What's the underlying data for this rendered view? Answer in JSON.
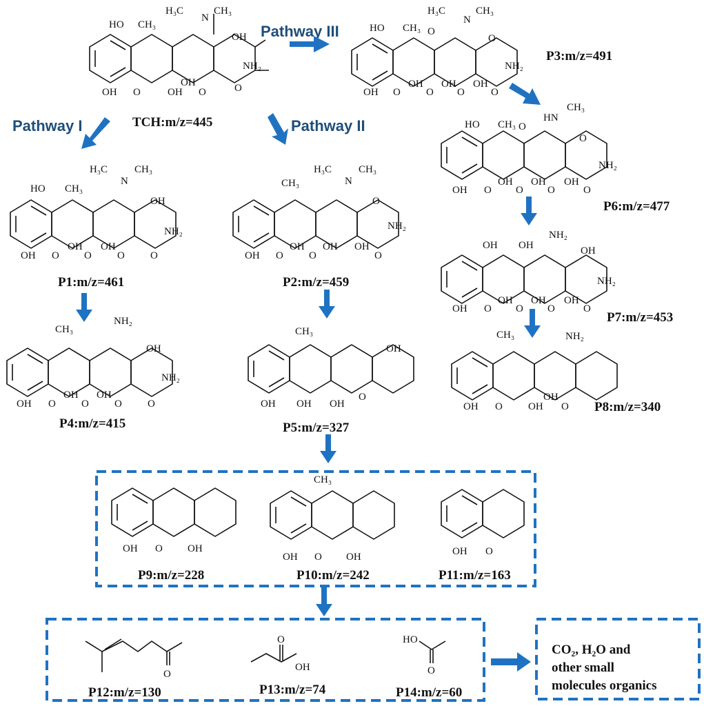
{
  "pathways": {
    "p1": "Pathway I",
    "p2": "Pathway II",
    "p3": "Pathway III"
  },
  "compounds": [
    {
      "id": "TCH",
      "label": "TCH:m/z=445"
    },
    {
      "id": "P1",
      "label": "P1:m/z=461"
    },
    {
      "id": "P2",
      "label": "P2:m/z=459"
    },
    {
      "id": "P3",
      "label": "P3:m/z=491"
    },
    {
      "id": "P4",
      "label": "P4:m/z=415"
    },
    {
      "id": "P5",
      "label": "P5:m/z=327"
    },
    {
      "id": "P6",
      "label": "P6:m/z=477"
    },
    {
      "id": "P7",
      "label": "P7:m/z=453"
    },
    {
      "id": "P8",
      "label": "P8:m/z=340"
    },
    {
      "id": "P9",
      "label": "P9:m/z=228"
    },
    {
      "id": "P10",
      "label": "P10:m/z=242"
    },
    {
      "id": "P11",
      "label": "P11:m/z=163"
    },
    {
      "id": "P12",
      "label": "P12:m/z=130"
    },
    {
      "id": "P13",
      "label": "P13:m/z=74"
    },
    {
      "id": "P14",
      "label": "P14:m/z=60"
    }
  ],
  "final_products": {
    "line1": "CO₂,  H₂O and",
    "line2": "other small",
    "line3": "molecules organics"
  },
  "atoms": {
    "OH": "OH",
    "HO": "HO",
    "O": "O",
    "NH2": "NH₂",
    "CH3": "CH₃",
    "N": "N",
    "H3C": "H₃C",
    "HN": "HN"
  },
  "colors": {
    "accent": "#1f72c2",
    "pathway_text": "#1f4e79"
  }
}
